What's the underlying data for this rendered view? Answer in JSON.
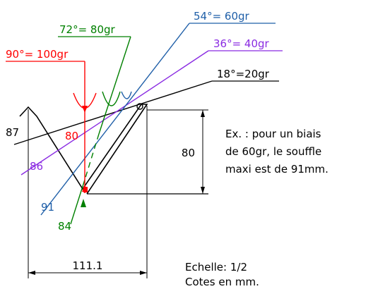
{
  "angles": {
    "a90": {
      "label": "90°= 100gr",
      "color": "#ff0000"
    },
    "a72": {
      "label": "72°= 80gr",
      "color": "#008000"
    },
    "a54": {
      "label": "54°= 60gr",
      "color": "#1f5fa8"
    },
    "a36": {
      "label": "36°= 40gr",
      "color": "#8a2be2"
    },
    "a18": {
      "label": "18°=20gr",
      "color": "#000000"
    }
  },
  "lengths": {
    "l87": "87",
    "l80_red": "80",
    "l86": "86",
    "l91": "91",
    "l84": "84"
  },
  "dimensions": {
    "height": "80",
    "width": "111.1"
  },
  "note": {
    "line1": "Ex. : pour un biais",
    "line2": "de 60gr, le souffle",
    "line3": "maxi est de 91mm."
  },
  "scale": {
    "line1": "Echelle: 1/2",
    "line2": "Cotes en mm."
  }
}
